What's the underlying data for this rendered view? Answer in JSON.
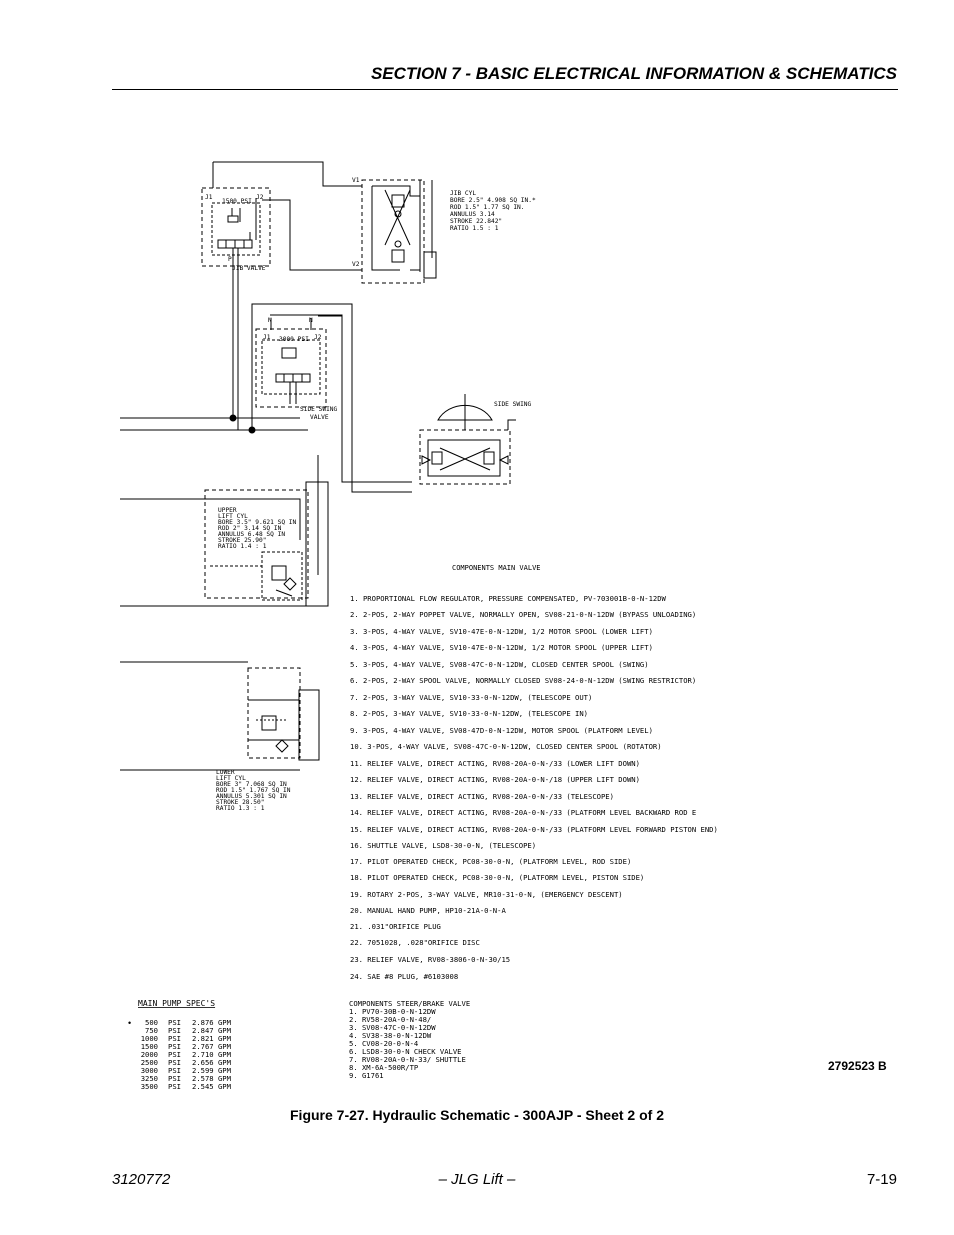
{
  "header": {
    "section_title": "SECTION 7 - BASIC ELECTRICAL INFORMATION & SCHEMATICS"
  },
  "schematic": {
    "jib_valve": {
      "port_j1": "J1",
      "port_j2": "J2",
      "pressure": "1500 PSI",
      "label": "JIB VALVE",
      "port_p": "P"
    },
    "jib_cyl": {
      "port_v1": "V1",
      "port_v2": "V2",
      "specs": [
        "JIB CYL",
        "BORE 2.5\"   4.908 SQ IN.*",
        "ROD 1.5\"   1.77 SQ IN.",
        "ANNULUS    3.14",
        "STROKE     22.842\"",
        "RATIO      1.5 : 1"
      ]
    },
    "side_swing_valve": {
      "port_j1": "J1",
      "port_j2": "J2",
      "pressure": "3000 PSI",
      "mark_a": "N",
      "mark_b": "N",
      "label_line1": "SIDE SWING",
      "label_line2": "VALVE"
    },
    "side_swing": {
      "label": "SIDE SWING"
    },
    "upper_lift_cyl": {
      "specs": [
        "UPPER",
        "LIFT CYL",
        "BORE 3.5\"   9.621 SQ IN",
        "ROD  2\"     3.14  SQ IN",
        "ANNULUS     6.48  SQ IN",
        "STROKE      25.90\"",
        "RATIO       1.4 : 1"
      ]
    },
    "lower_lift_cyl": {
      "specs": [
        "LOWER",
        "LIFT CYL",
        "BORE 3\"    7.068 SQ IN",
        "ROD  1.5\"  1.767 SQ IN",
        "ANNULUS    5.301 SQ IN",
        "STROKE 28.50\"",
        "RATIO 1.3 : 1"
      ]
    }
  },
  "components_main_valve": {
    "title": "COMPONENTS MAIN VALVE",
    "items": [
      "1.  PROPORTIONAL FLOW REGULATOR, PRESSURE COMPENSATED, PV-703001B-0-N-12DW",
      "2.  2-POS, 2-WAY POPPET VALVE, NORMALLY OPEN, SV08-21-0-N-12DW (BYPASS UNLOADING)",
      "3.  3-POS, 4-WAY VALVE, SV10-47E-0-N-12DW, 1/2 MOTOR SPOOL (LOWER LIFT)",
      "4.  3-POS, 4-WAY VALVE, SV10-47E-0-N-12DW, 1/2 MOTOR SPOOL (UPPER LIFT)",
      "5.  3-POS, 4-WAY VALVE, SV08-47C-0-N-12DW, CLOSED CENTER SPOOL (SWING)",
      "6.  2-POS, 2-WAY SPOOL VALVE, NORMALLY CLOSED SV08-24-0-N-12DW (SWING RESTRICTOR)",
      "7.  2-POS, 3-WAY VALVE, SV10-33-0-N-12DW, (TELESCOPE OUT)",
      "8.  2-POS, 3-WAY VALVE, SV10-33-0-N-12DW, (TELESCOPE IN)",
      "9.  3-POS, 4-WAY VALVE, SV08-47D-0-N-12DW, MOTOR SPOOL (PLATFORM LEVEL)",
      "10. 3-POS, 4-WAY VALVE, SV08-47C-0-N-12DW, CLOSED CENTER SPOOL (ROTATOR)",
      "11. RELIEF VALVE, DIRECT ACTING, RV08-20A-0-N-/33 (LOWER LIFT DOWN)",
      "12. RELIEF VALVE, DIRECT ACTING, RV08-20A-0-N-/18 (UPPER LIFT DOWN)",
      "13. RELIEF VALVE, DIRECT ACTING, RV08-20A-0-N-/33 (TELESCOPE)",
      "14. RELIEF VALVE, DIRECT ACTING, RV08-20A-0-N-/33 (PLATFORM LEVEL BACKWARD ROD E",
      "15. RELIEF VALVE, DIRECT ACTING, RV08-20A-0-N-/33 (PLATFORM LEVEL FORWARD PISTON END)",
      "16. SHUTTLE VALVE, LSD8-30-0-N, (TELESCOPE)",
      "17. PILOT OPERATED CHECK, PC08-30-0-N, (PLATFORM LEVEL, ROD SIDE)",
      "18. PILOT OPERATED CHECK, PC08-30-0-N, (PLATFORM LEVEL, PISTON SIDE)",
      "19. ROTARY 2-POS, 3-WAY VALVE, MR10-31-0-N, (EMERGENCY DESCENT)",
      "20. MANUAL HAND PUMP, HP10-21A-0-N-A",
      "21. .031\"ORIFICE PLUG",
      "22. 7051028, .028\"ORIFICE DISC",
      "23. RELIEF VALVE, RV08-3806-0-N-30/15",
      "24. SAE #8 PLUG, #6103008"
    ]
  },
  "main_pump_specs": {
    "title": "MAIN PUMP SPEC'S",
    "bullet": "•",
    "rows": [
      {
        "psi": "500",
        "unit": "PSI",
        "gpm": "2.876 GPM"
      },
      {
        "psi": "750",
        "unit": "PSI",
        "gpm": "2.847 GPM"
      },
      {
        "psi": "1000",
        "unit": "PSI",
        "gpm": "2.821 GPM"
      },
      {
        "psi": "1500",
        "unit": "PSI",
        "gpm": "2.767 GPM"
      },
      {
        "psi": "2000",
        "unit": "PSI",
        "gpm": "2.710 GPM"
      },
      {
        "psi": "2500",
        "unit": "PSI",
        "gpm": "2.656 GPM"
      },
      {
        "psi": "3000",
        "unit": "PSI",
        "gpm": "2.599 GPM"
      },
      {
        "psi": "3250",
        "unit": "PSI",
        "gpm": "2.578 GPM"
      },
      {
        "psi": "3500",
        "unit": "PSI",
        "gpm": "2.545 GPM"
      }
    ]
  },
  "components_steer_brake": {
    "title": "COMPONENTS STEER/BRAKE VALVE",
    "items": [
      "1. PV70-30B-0-N-12DW",
      "2. RV58-20A-0-N-48/",
      "3. SV08-47C-0-N-12DW",
      "4. SV38-38-0-N-12DW",
      "5. CV08-20-0-N-4",
      "6. LSD8-30-0-N CHECK VALVE",
      "7. RV08-20A-0-N-33/ SHUTTLE",
      "8. XM-6A-500R/TP",
      "9. G1761"
    ]
  },
  "drawing_number": "2792523 B",
  "caption": "Figure 7-27.  Hydraulic Schematic - 300AJP - Sheet 2 of 2",
  "footer": {
    "left": "3120772",
    "center": "– JLG Lift –",
    "right": "7-19"
  }
}
